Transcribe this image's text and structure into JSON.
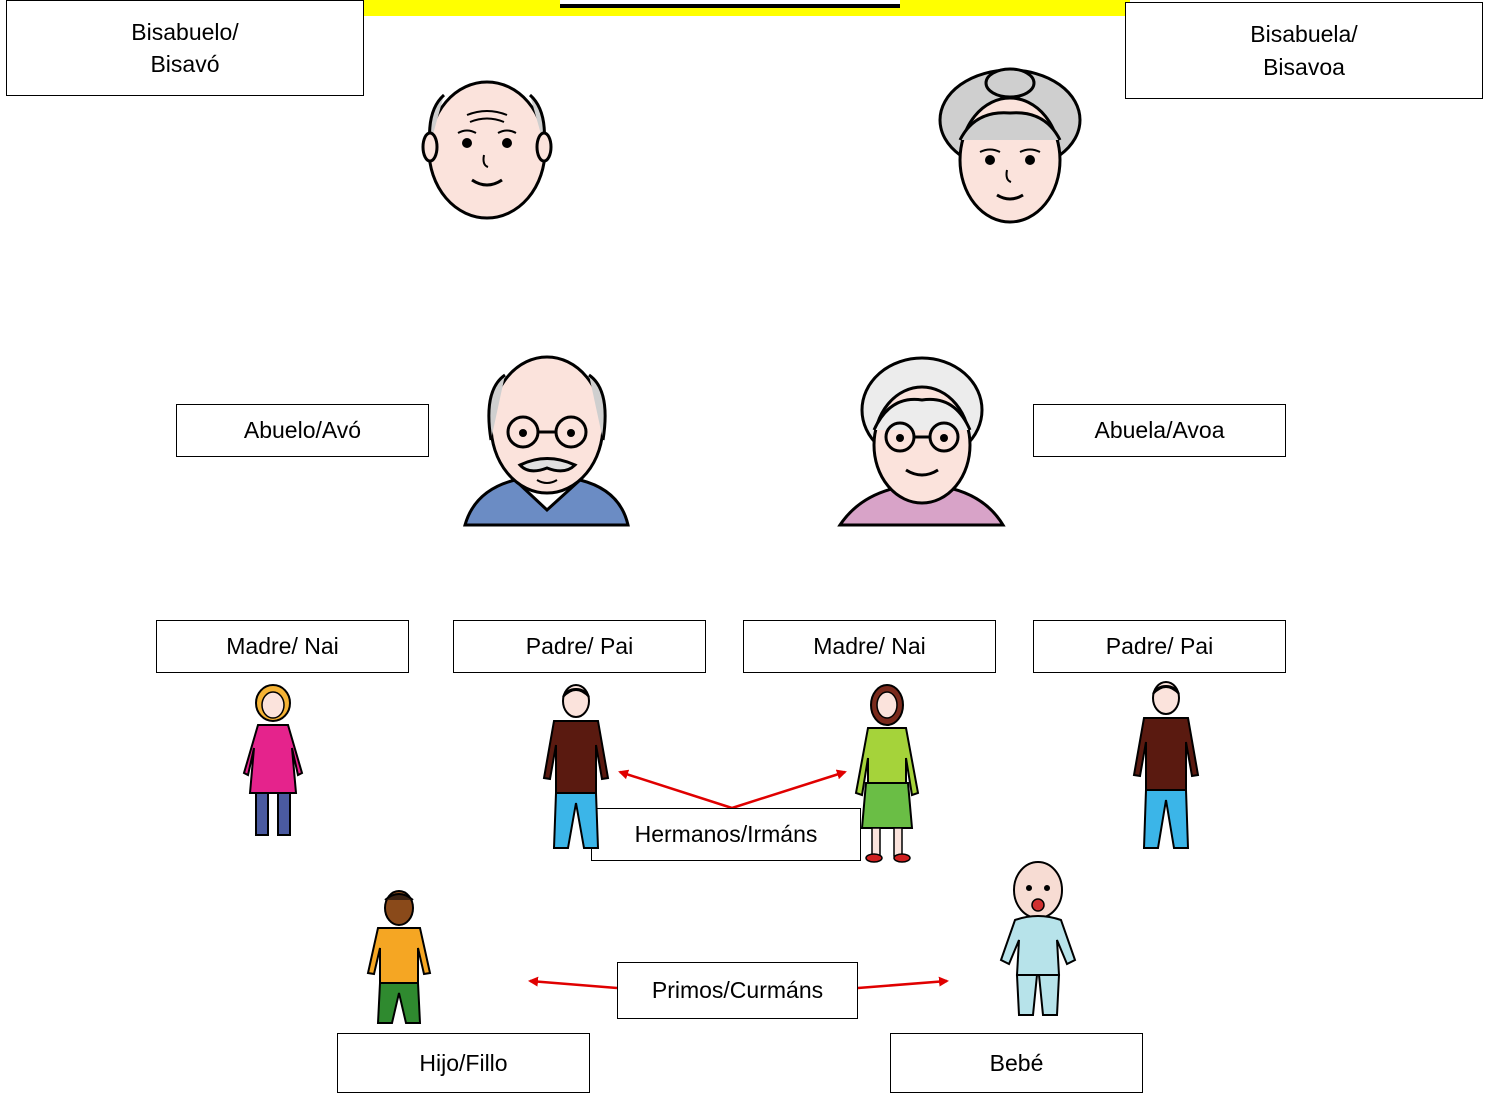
{
  "colors": {
    "banner": "#ffff00",
    "arrow": "#e00000"
  },
  "labels": {
    "great_grandfather": "Bisabuelo/\nBisavó",
    "great_grandmother": "Bisabuela/\nBisavoa",
    "grandfather": "Abuelo/Avó",
    "grandmother": "Abuela/Avoa",
    "mother_left": "Madre/ Nai",
    "father_left": "Padre/ Pai",
    "mother_right": "Madre/ Nai",
    "father_right": "Padre/ Pai",
    "siblings": "Hermanos/Irmáns",
    "cousins": "Primos/Curmáns",
    "son": "Hijo/Fillo",
    "baby": "Bebé"
  },
  "icons": [
    "old-man-face-icon",
    "old-woman-face-icon",
    "grandfather-icon",
    "grandmother-icon",
    "woman-pink-dress-icon",
    "man-brown-jacket-icon",
    "woman-green-dress-icon",
    "boy-orange-shirt-icon",
    "baby-icon"
  ]
}
